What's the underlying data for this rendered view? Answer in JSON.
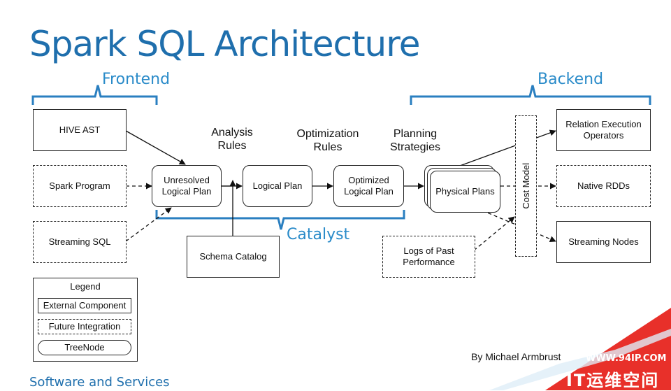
{
  "title": "Spark SQL Architecture",
  "groups": {
    "frontend": "Frontend",
    "backend": "Backend",
    "catalyst": "Catalyst"
  },
  "inputs": {
    "hive_ast": "HIVE AST",
    "spark_program": "Spark Program",
    "streaming_sql": "Streaming SQL"
  },
  "rules": {
    "analysis": "Analysis\nRules",
    "optimization": "Optimization\nRules",
    "planning": "Planning\nStrategies"
  },
  "nodes": {
    "unresolved": "Unresolved\nLogical Plan",
    "logical": "Logical Plan",
    "optimized": "Optimized\nLogical Plan",
    "physical": "Physical Plans",
    "cost_model": "Cost Model",
    "schema_catalog": "Schema Catalog",
    "logs": "Logs of Past\nPerformance"
  },
  "outputs": {
    "relation_exec": "Relation Execution\nOperators",
    "native_rdds": "Native RDDs",
    "streaming_nodes": "Streaming Nodes"
  },
  "legend": {
    "title": "Legend",
    "external": "External Component",
    "future": "Future Integration",
    "treenode": "TreeNode"
  },
  "footer": "Software and Services",
  "credit": "By Michael Armbrust",
  "watermark": {
    "url": "WWW.94IP.COM",
    "name": "IT运维空间"
  },
  "colors": {
    "title": "#1f6fad",
    "label": "#2a8bc9",
    "brace": "#2a7fc0",
    "watermark": "#e8302a"
  }
}
